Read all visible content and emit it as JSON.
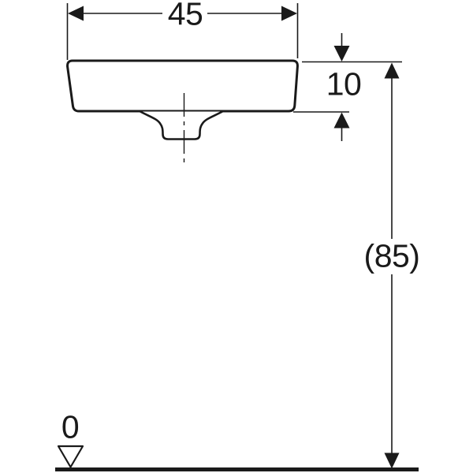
{
  "diagram": {
    "kind": "technical dimension drawing (washbasin front elevation)",
    "background_color": "#ffffff",
    "line_color": "#1a1a1a"
  },
  "dimensions": {
    "width_label": "45",
    "rim_height_label": "10",
    "overall_height_label": "(85)",
    "datum_zero_label": "0"
  }
}
